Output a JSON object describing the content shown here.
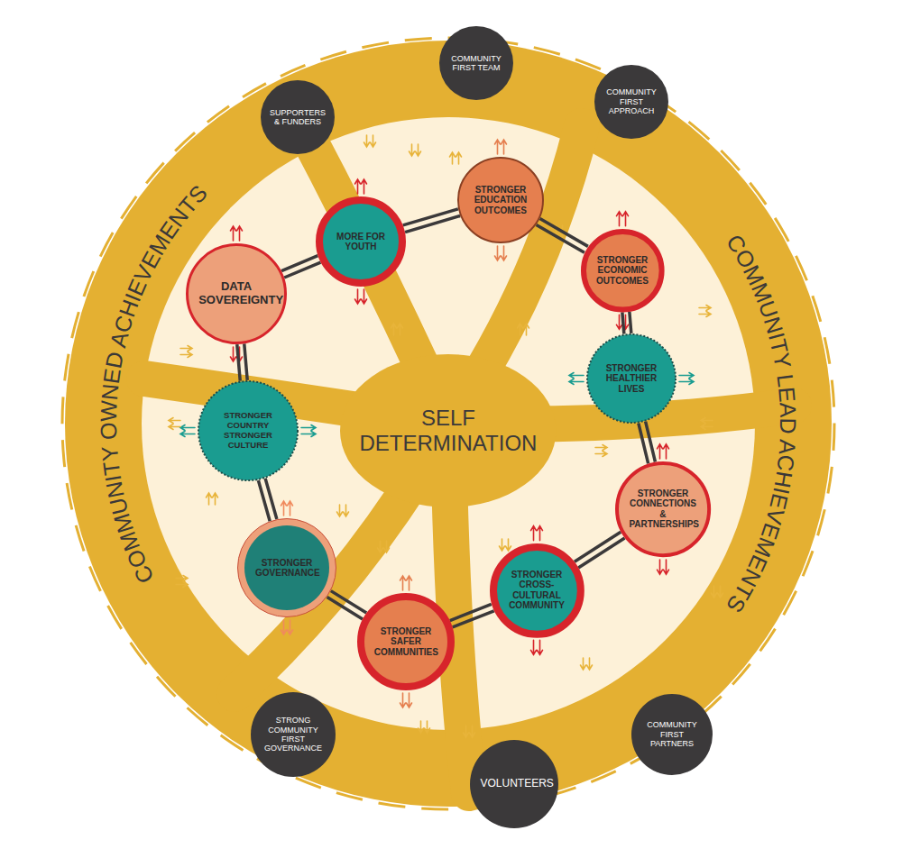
{
  "diagram": {
    "nodes": [
      {
        "text": [
          "COMMUNITY FIRST TEAM"
        ]
      },
      {
        "text": [
          "SUPPORTERS & FUNDERS"
        ]
      },
      {
        "text": [
          "COMMUNITY FIRST APPROACH"
        ]
      },
      {
        "text": [
          "STRONGER EDUCATION OUTCOMES"
        ]
      },
      {
        "text": [
          "MORE FOR YOUTH"
        ]
      },
      {
        "text": [
          "DATA SOVEREIGNTY"
        ]
      },
      {
        "text": [
          "STRONGER ECONOMIC OUTCOMES"
        ]
      },
      {
        "text": [
          "STRONGER HEALTHIER LIVES"
        ]
      },
      {
        "text": [
          "SELF DETERMINATION"
        ]
      },
      {
        "text": [
          "STRONGER COUNTRY STRONGER CULTURE"
        ]
      },
      {
        "text": [
          "STRONGER CONNECTIONS & PARTNERSHIPS"
        ]
      },
      {
        "text": [
          "STRONGER GOVERNANCE"
        ]
      },
      {
        "text": [
          "STRONGER CROSS-CULTURAL COMMUNITY"
        ]
      },
      {
        "text": [
          "STRONGER SAFER COMMUNITIES"
        ]
      },
      {
        "text": [
          "STRONG COMMUNITY FIRST GOVERNANCE"
        ]
      },
      {
        "text": [
          "COMMUNITY FIRST PARTNERS"
        ]
      },
      {
        "text": [
          "VOLUNTEERS"
        ]
      }
    ],
    "edges": [
      {
        "from": 5,
        "to": 4,
        "arrow": "none"
      },
      {
        "from": 4,
        "to": 3,
        "arrow": "none"
      },
      {
        "from": 3,
        "to": 6,
        "arrow": "none"
      },
      {
        "from": 6,
        "to": 7,
        "arrow": "none"
      },
      {
        "from": 7,
        "to": 10,
        "arrow": "none"
      },
      {
        "from": 10,
        "to": 12,
        "arrow": "none"
      },
      {
        "from": 12,
        "to": 13,
        "arrow": "none"
      },
      {
        "from": 13,
        "to": 11,
        "arrow": "none"
      },
      {
        "from": 11,
        "to": 9,
        "arrow": "none"
      },
      {
        "from": 9,
        "to": 5,
        "arrow": "none"
      }
    ],
    "labels": [
      "COMMUNITY OWNED ACHIEVEMENTS",
      "COMMUNITY LEAD ACHIEVEMENTS"
    ]
  }
}
